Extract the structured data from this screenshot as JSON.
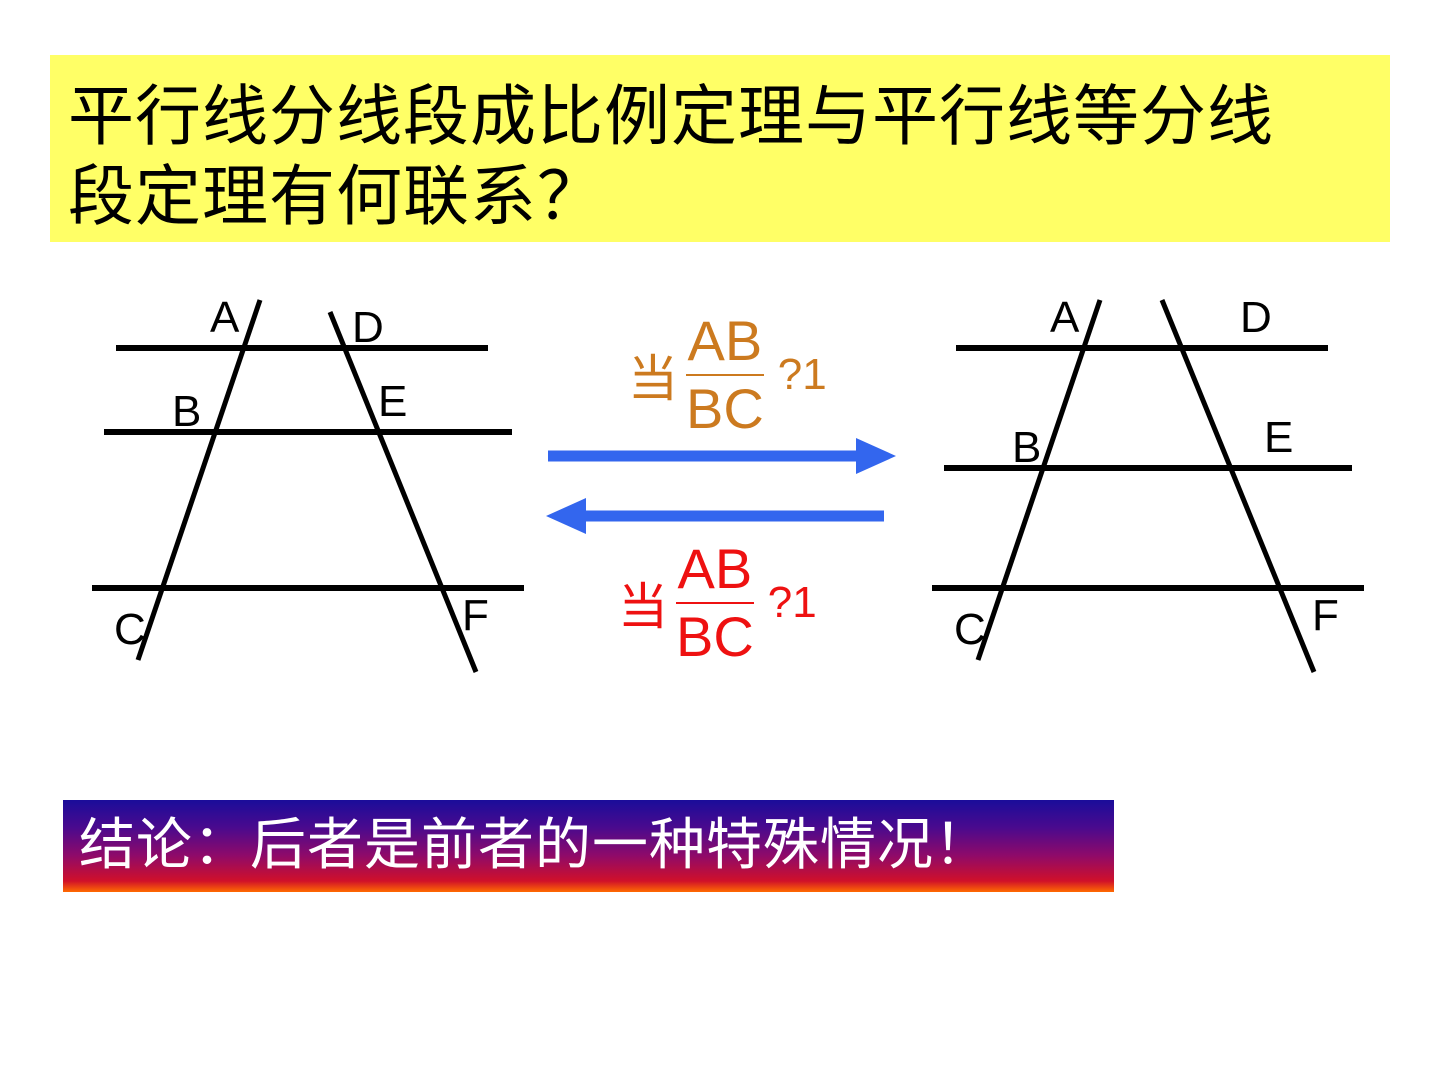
{
  "title": {
    "line1": "平行线分线段成比例定理与平行线等分线",
    "line2": "段定理有何联系？"
  },
  "left_figure": {
    "labels": {
      "A": "A",
      "B": "B",
      "C": "C",
      "D": "D",
      "E": "E",
      "F": "F"
    }
  },
  "right_figure": {
    "labels": {
      "A": "A",
      "B": "B",
      "C": "C",
      "D": "D",
      "E": "E",
      "F": "F"
    }
  },
  "condition_forward": {
    "prefix": "当",
    "numerator": "AB",
    "denominator": "BC",
    "relation": "?1",
    "color": "#cc7a1f"
  },
  "condition_backward": {
    "prefix": "当",
    "numerator": "AB",
    "denominator": "BC",
    "relation": "?1",
    "color": "#ee1111"
  },
  "arrows": {
    "color": "#3366ee"
  },
  "conclusion": {
    "text": "结论：后者是前者的一种特殊情况！"
  }
}
